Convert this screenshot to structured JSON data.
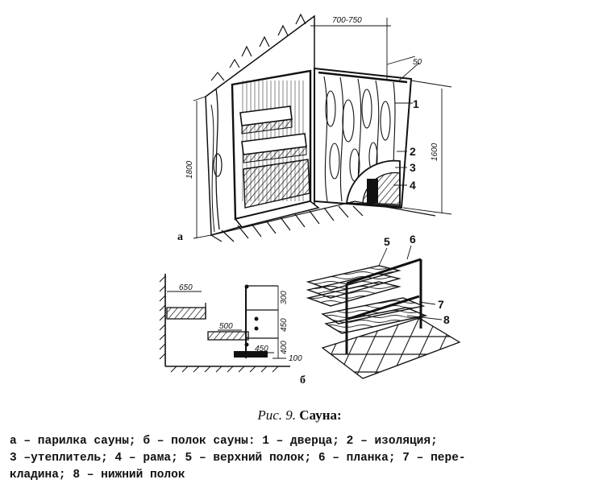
{
  "caption": {
    "prefix": "Рис. 9.",
    "title": "Сауна:"
  },
  "legend": {
    "line1": "а – парилка сауны; б – полок сауны: 1 – дверца; 2 – изоляция;",
    "line2": "3 –утеплитель; 4 – рама; 5 – верхний полок; 6 – планка; 7 – пере-",
    "line3": "кладина; 8 – нижний полок"
  },
  "labels_a": {
    "letter": "а",
    "dim_width": "700-750",
    "dim_50": "50",
    "dim_h_left": "1800",
    "dim_h_right": "1600",
    "n1": "1",
    "n2": "2",
    "n3": "3",
    "n4": "4"
  },
  "labels_b": {
    "letter": "б",
    "d650": "650",
    "d300": "300",
    "d500": "500",
    "d450v": "450",
    "d450h": "450",
    "d400": "400",
    "d100": "100"
  },
  "labels_c": {
    "n5": "5",
    "n6": "6",
    "n7": "7",
    "n8": "8"
  }
}
